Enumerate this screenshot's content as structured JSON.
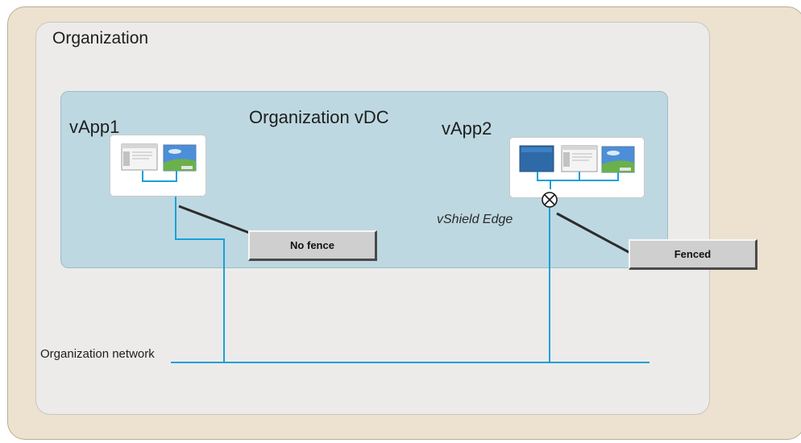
{
  "outer": {
    "title": "Organization"
  },
  "vdc": {
    "title": "Organization vDC"
  },
  "vapps": [
    {
      "title": "vApp1"
    },
    {
      "title": "vApp2"
    }
  ],
  "edge": {
    "label": "vShield Edge"
  },
  "callouts": {
    "no_fence": "No fence",
    "fenced": "Fenced"
  },
  "network": {
    "label": "Organization network"
  },
  "colors": {
    "outer_bg": "#ece2cf",
    "org_bg": "#ecebea",
    "vdc_bg": "#bed8e1",
    "network_line": "#1aa0d8",
    "callout_bg": "#cfcfcf"
  }
}
